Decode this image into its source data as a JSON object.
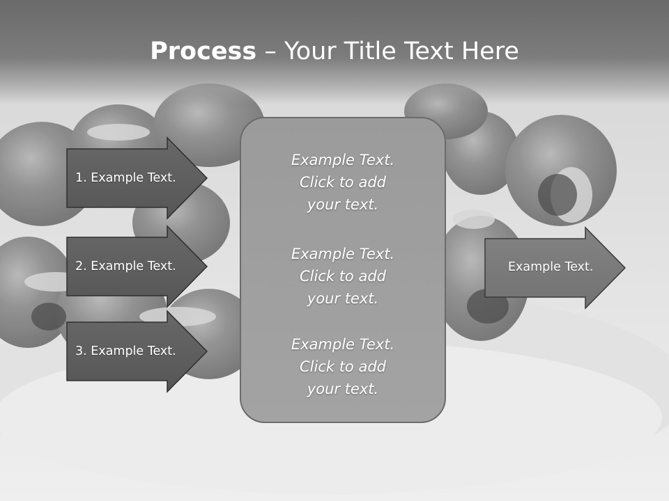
{
  "slide": {
    "title_bold": "Process",
    "title_rest": " – Your Title Text Here"
  },
  "inputs": [
    {
      "label": "1. Example Text."
    },
    {
      "label": "2. Example Text."
    },
    {
      "label": "3. Example Text."
    }
  ],
  "center": {
    "blocks": [
      {
        "lines": [
          "Example Text.",
          "Click  to add",
          "your text."
        ]
      },
      {
        "lines": [
          "Example Text.",
          "Click  to add",
          "your text."
        ]
      },
      {
        "lines": [
          "Example Text.",
          "Click  to add",
          "your text."
        ]
      }
    ]
  },
  "output": {
    "label": "Example Text."
  },
  "colors": {
    "input_arrow": "#5f5f5f",
    "output_arrow": "#7a7a7a",
    "center_box": "#9e9e9e",
    "title_band": "#717171"
  }
}
